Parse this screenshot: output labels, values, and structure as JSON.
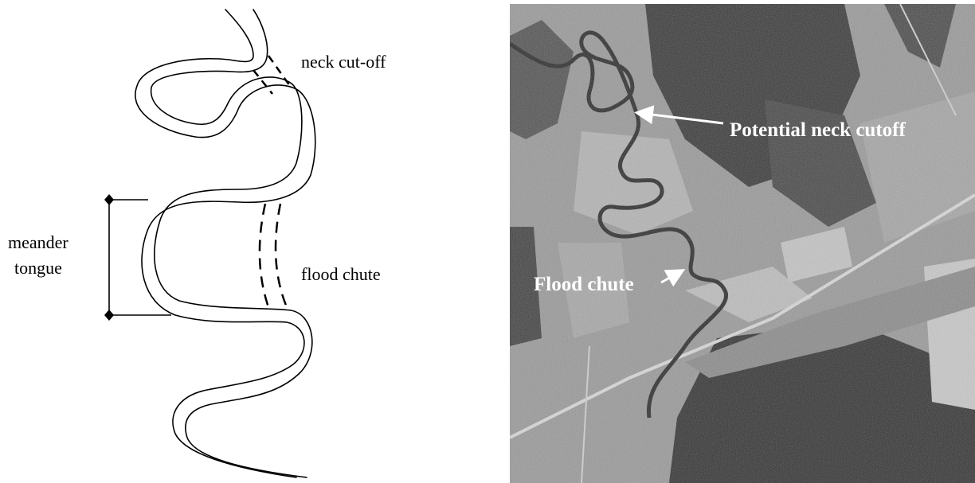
{
  "diagram": {
    "labels": {
      "neck_cutoff": "neck cut-off",
      "meander_tongue_line1": "meander",
      "meander_tongue_line2": "tongue",
      "flood_chute": "flood chute"
    }
  },
  "photo": {
    "labels": {
      "potential_neck_cutoff": "Potential neck cutoff",
      "flood_chute": "Flood chute"
    }
  },
  "colors": {
    "river_line": "#000000",
    "photo_label": "#ffffff",
    "photo_river": "#2e2e2e"
  }
}
